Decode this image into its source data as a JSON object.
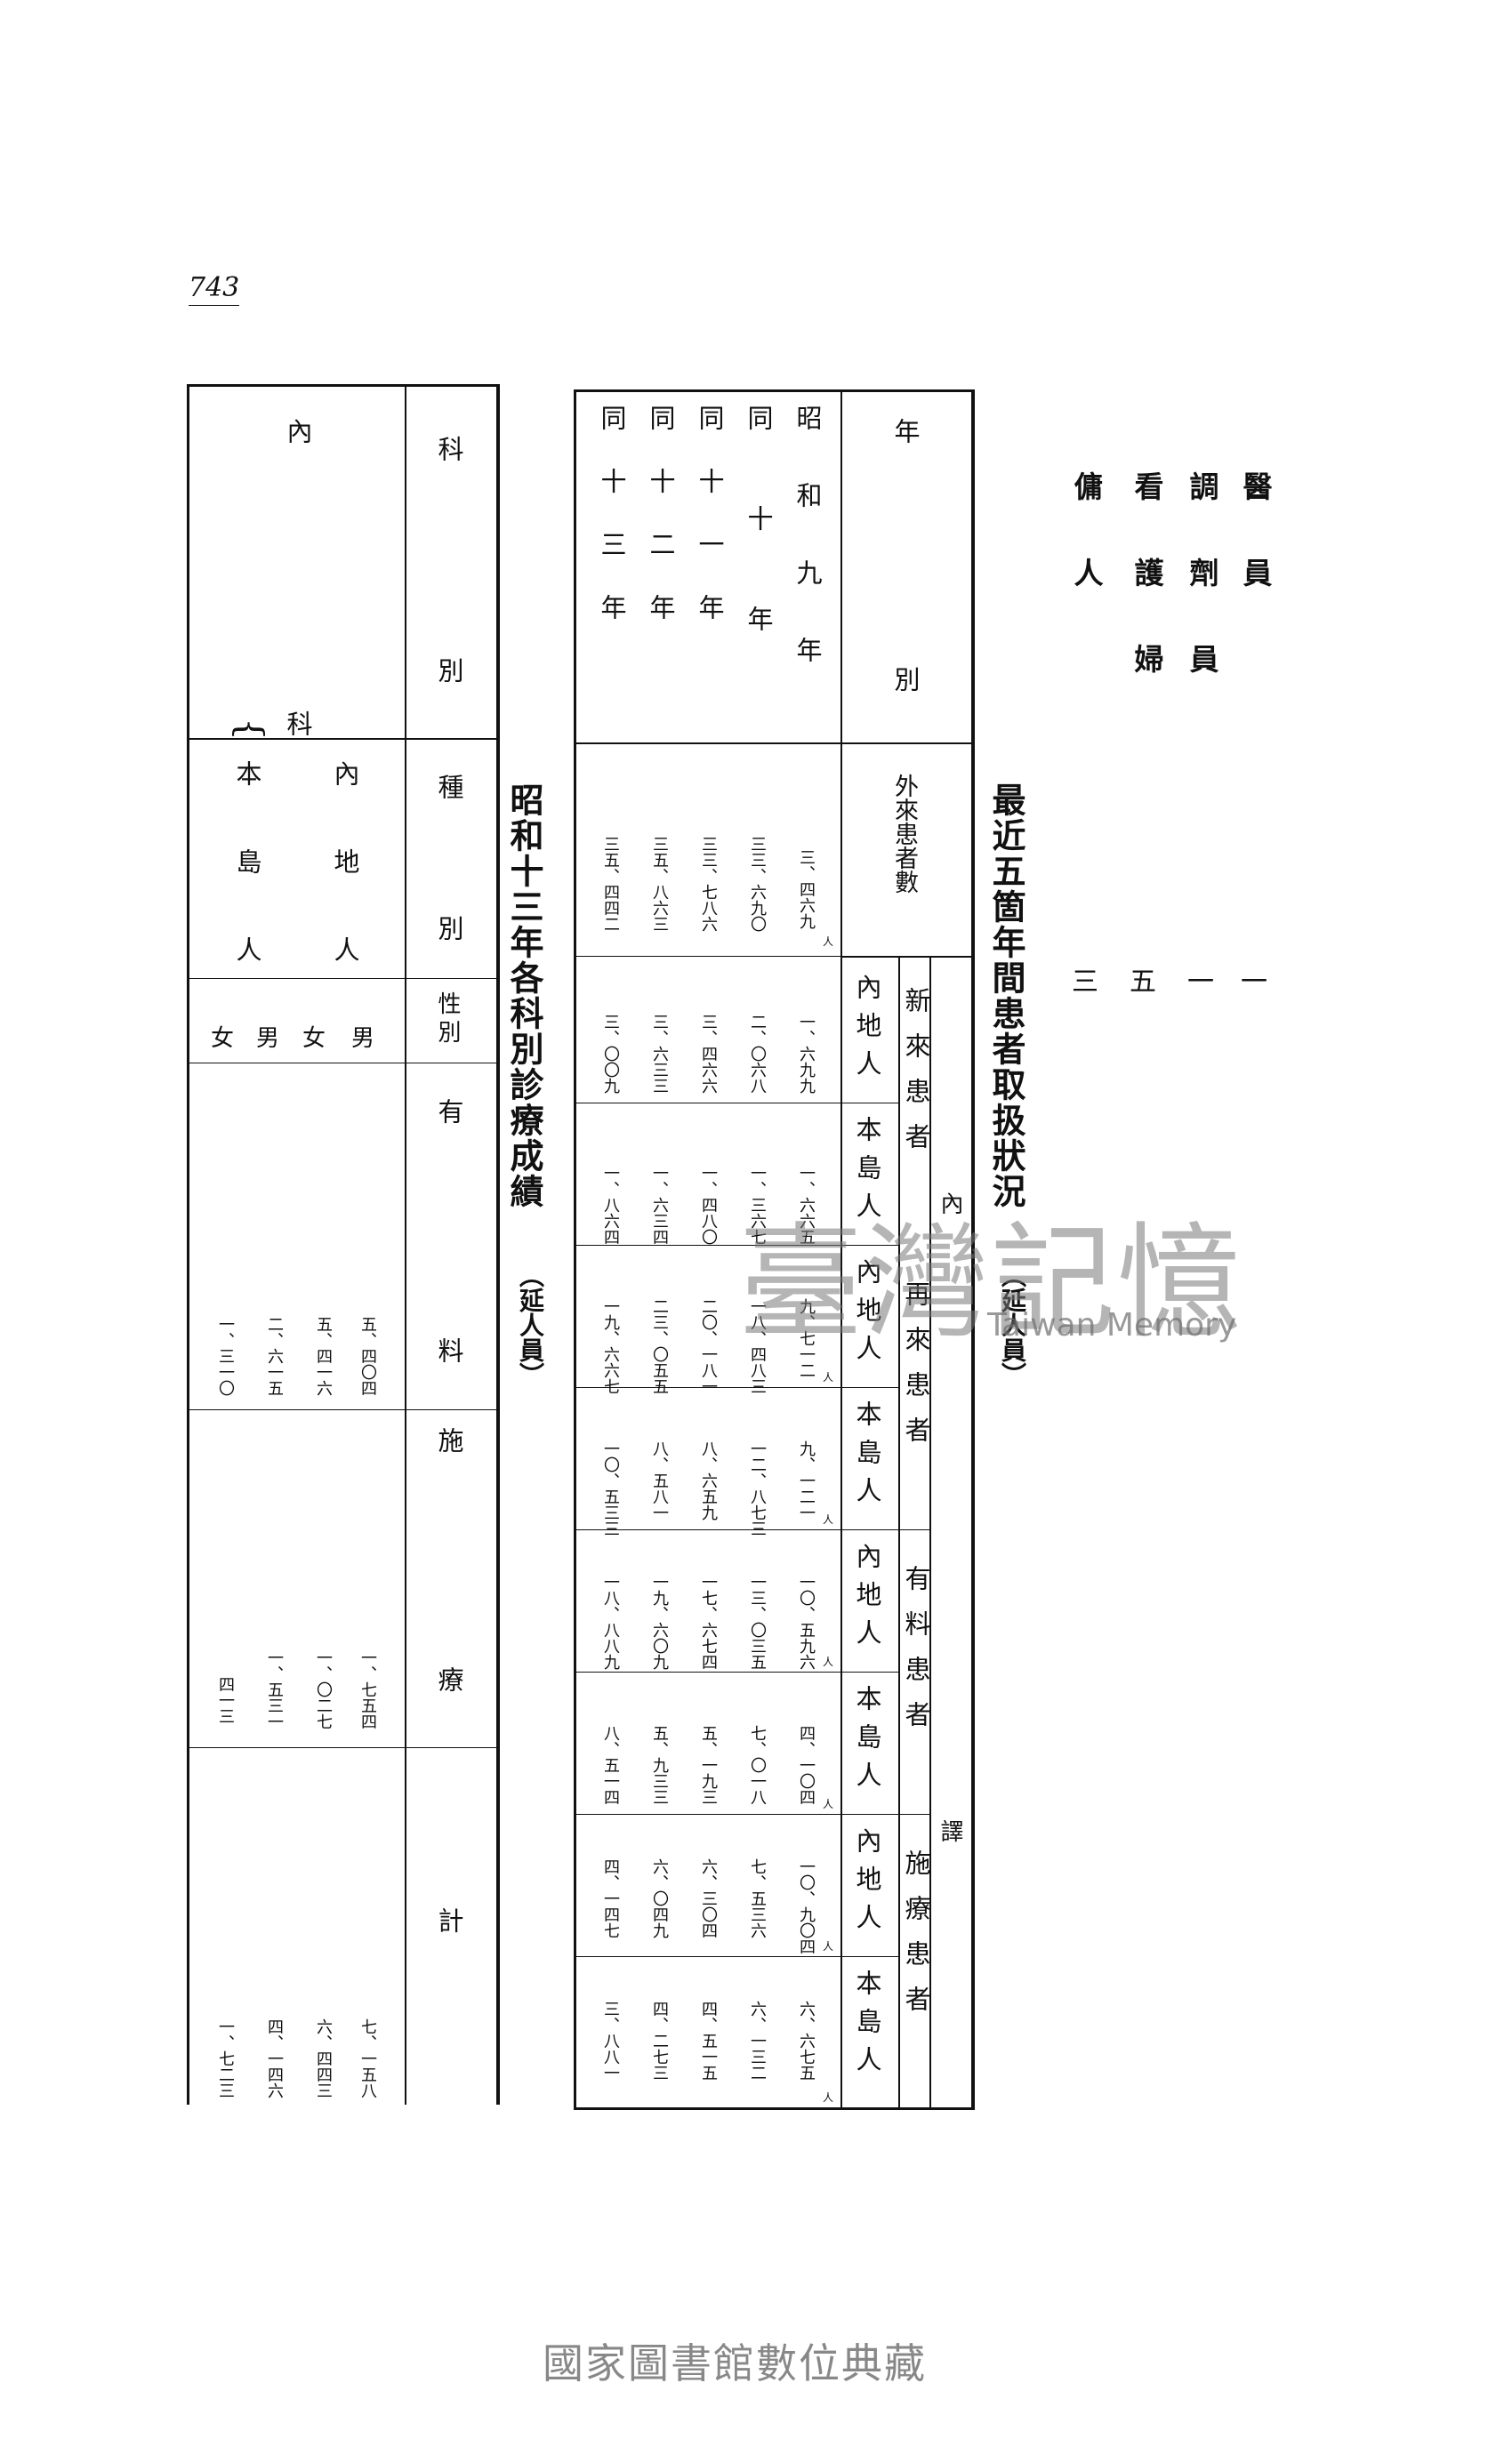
{
  "page": {
    "number": "743"
  },
  "staff": [
    {
      "label": "醫員",
      "count": "一"
    },
    {
      "label": "調劑員",
      "count": "一"
    },
    {
      "label": "看護婦",
      "count": "五"
    },
    {
      "label": "傭人",
      "count": "三"
    }
  ],
  "table1": {
    "title": "最近五箇年間患者取扱狀況",
    "title_note": "（延人員）",
    "header": {
      "year": "年別",
      "outpatients": "外來患者數",
      "group_breakdown": "內譯",
      "new_patients": "新來患者",
      "returning_patients": "再來患者",
      "paying_patients": "有料患者",
      "charity_patients": "施療患者",
      "naichi": "內地人",
      "hontou": "本島人",
      "unit": "人"
    },
    "rows": [
      {
        "year": "昭和九年",
        "total": "三、四六九",
        "new_n": "一、六九九",
        "new_h": "一、六六五",
        "ret_n": "九、七一二",
        "ret_h": "九、一二一",
        "paid_n": "一〇、五九六",
        "paid_h": "四、一〇四",
        "char_n": "一〇、九〇四",
        "char_h": "六、六七五"
      },
      {
        "year": "同十年",
        "total": "三三、六九〇",
        "new_n": "二、〇六八",
        "new_h": "一、三六七",
        "ret_n": "一八、四八三",
        "ret_h": "一二、八七三",
        "paid_n": "一三、〇三五",
        "paid_h": "七、〇一八",
        "char_n": "七、五三六",
        "char_h": "六、一三二"
      },
      {
        "year": "同十一年",
        "total": "三三、七八六",
        "new_n": "三、四六六",
        "new_h": "一、四八〇",
        "ret_n": "二〇、一八一",
        "ret_h": "八、六五九",
        "paid_n": "一七、六七四",
        "paid_h": "五、一九三",
        "char_n": "六、三〇四",
        "char_h": "四、五一五"
      },
      {
        "year": "同十二年",
        "total": "三五、八六三",
        "new_n": "三、六三三",
        "new_h": "一、六三四",
        "ret_n": "二三、〇五五",
        "ret_h": "八、五八一",
        "paid_n": "一九、六〇九",
        "paid_h": "五、九三三",
        "char_n": "六、〇四九",
        "char_h": "四、二七三"
      },
      {
        "year": "同十三年",
        "total": "三五、四四二",
        "new_n": "三、〇〇九",
        "new_h": "一、八六四",
        "ret_n": "一九、六六七",
        "ret_h": "一〇、五三三",
        "paid_n": "一八、八八九",
        "paid_h": "八、五一四",
        "char_n": "四、一四七",
        "char_h": "三、八八一"
      }
    ]
  },
  "table2": {
    "title": "昭和十三年各科別診療成績",
    "title_note": "（延人員）",
    "header": {
      "dept": "科別",
      "type": "種別",
      "sex": "性別",
      "paid": "有料",
      "charity": "施療",
      "total": "計"
    },
    "dept_name": "內科",
    "groups": [
      {
        "type": "內地人",
        "male": "男",
        "female": "女"
      },
      {
        "type": "本島人",
        "male": "男",
        "female": "女"
      }
    ],
    "rows": [
      {
        "key": "naichi_male",
        "paid": "五、四〇四",
        "charity": "一、七五四",
        "total": "七、一五八"
      },
      {
        "key": "naichi_female",
        "paid": "五、四一六",
        "charity": "一、〇二七",
        "total": "六、四四三"
      },
      {
        "key": "hontou_male",
        "paid": "二、六一五",
        "charity": "一、五三一",
        "total": "四、一四六"
      },
      {
        "key": "hontou_female",
        "paid": "一、三一〇",
        "charity": "四一三",
        "total": "一、七二三"
      }
    ]
  },
  "footer": {
    "watermark_cn": "臺灣記憶",
    "watermark_en": "Taiwan Memory",
    "library": "國家圖書館數位典藏"
  }
}
